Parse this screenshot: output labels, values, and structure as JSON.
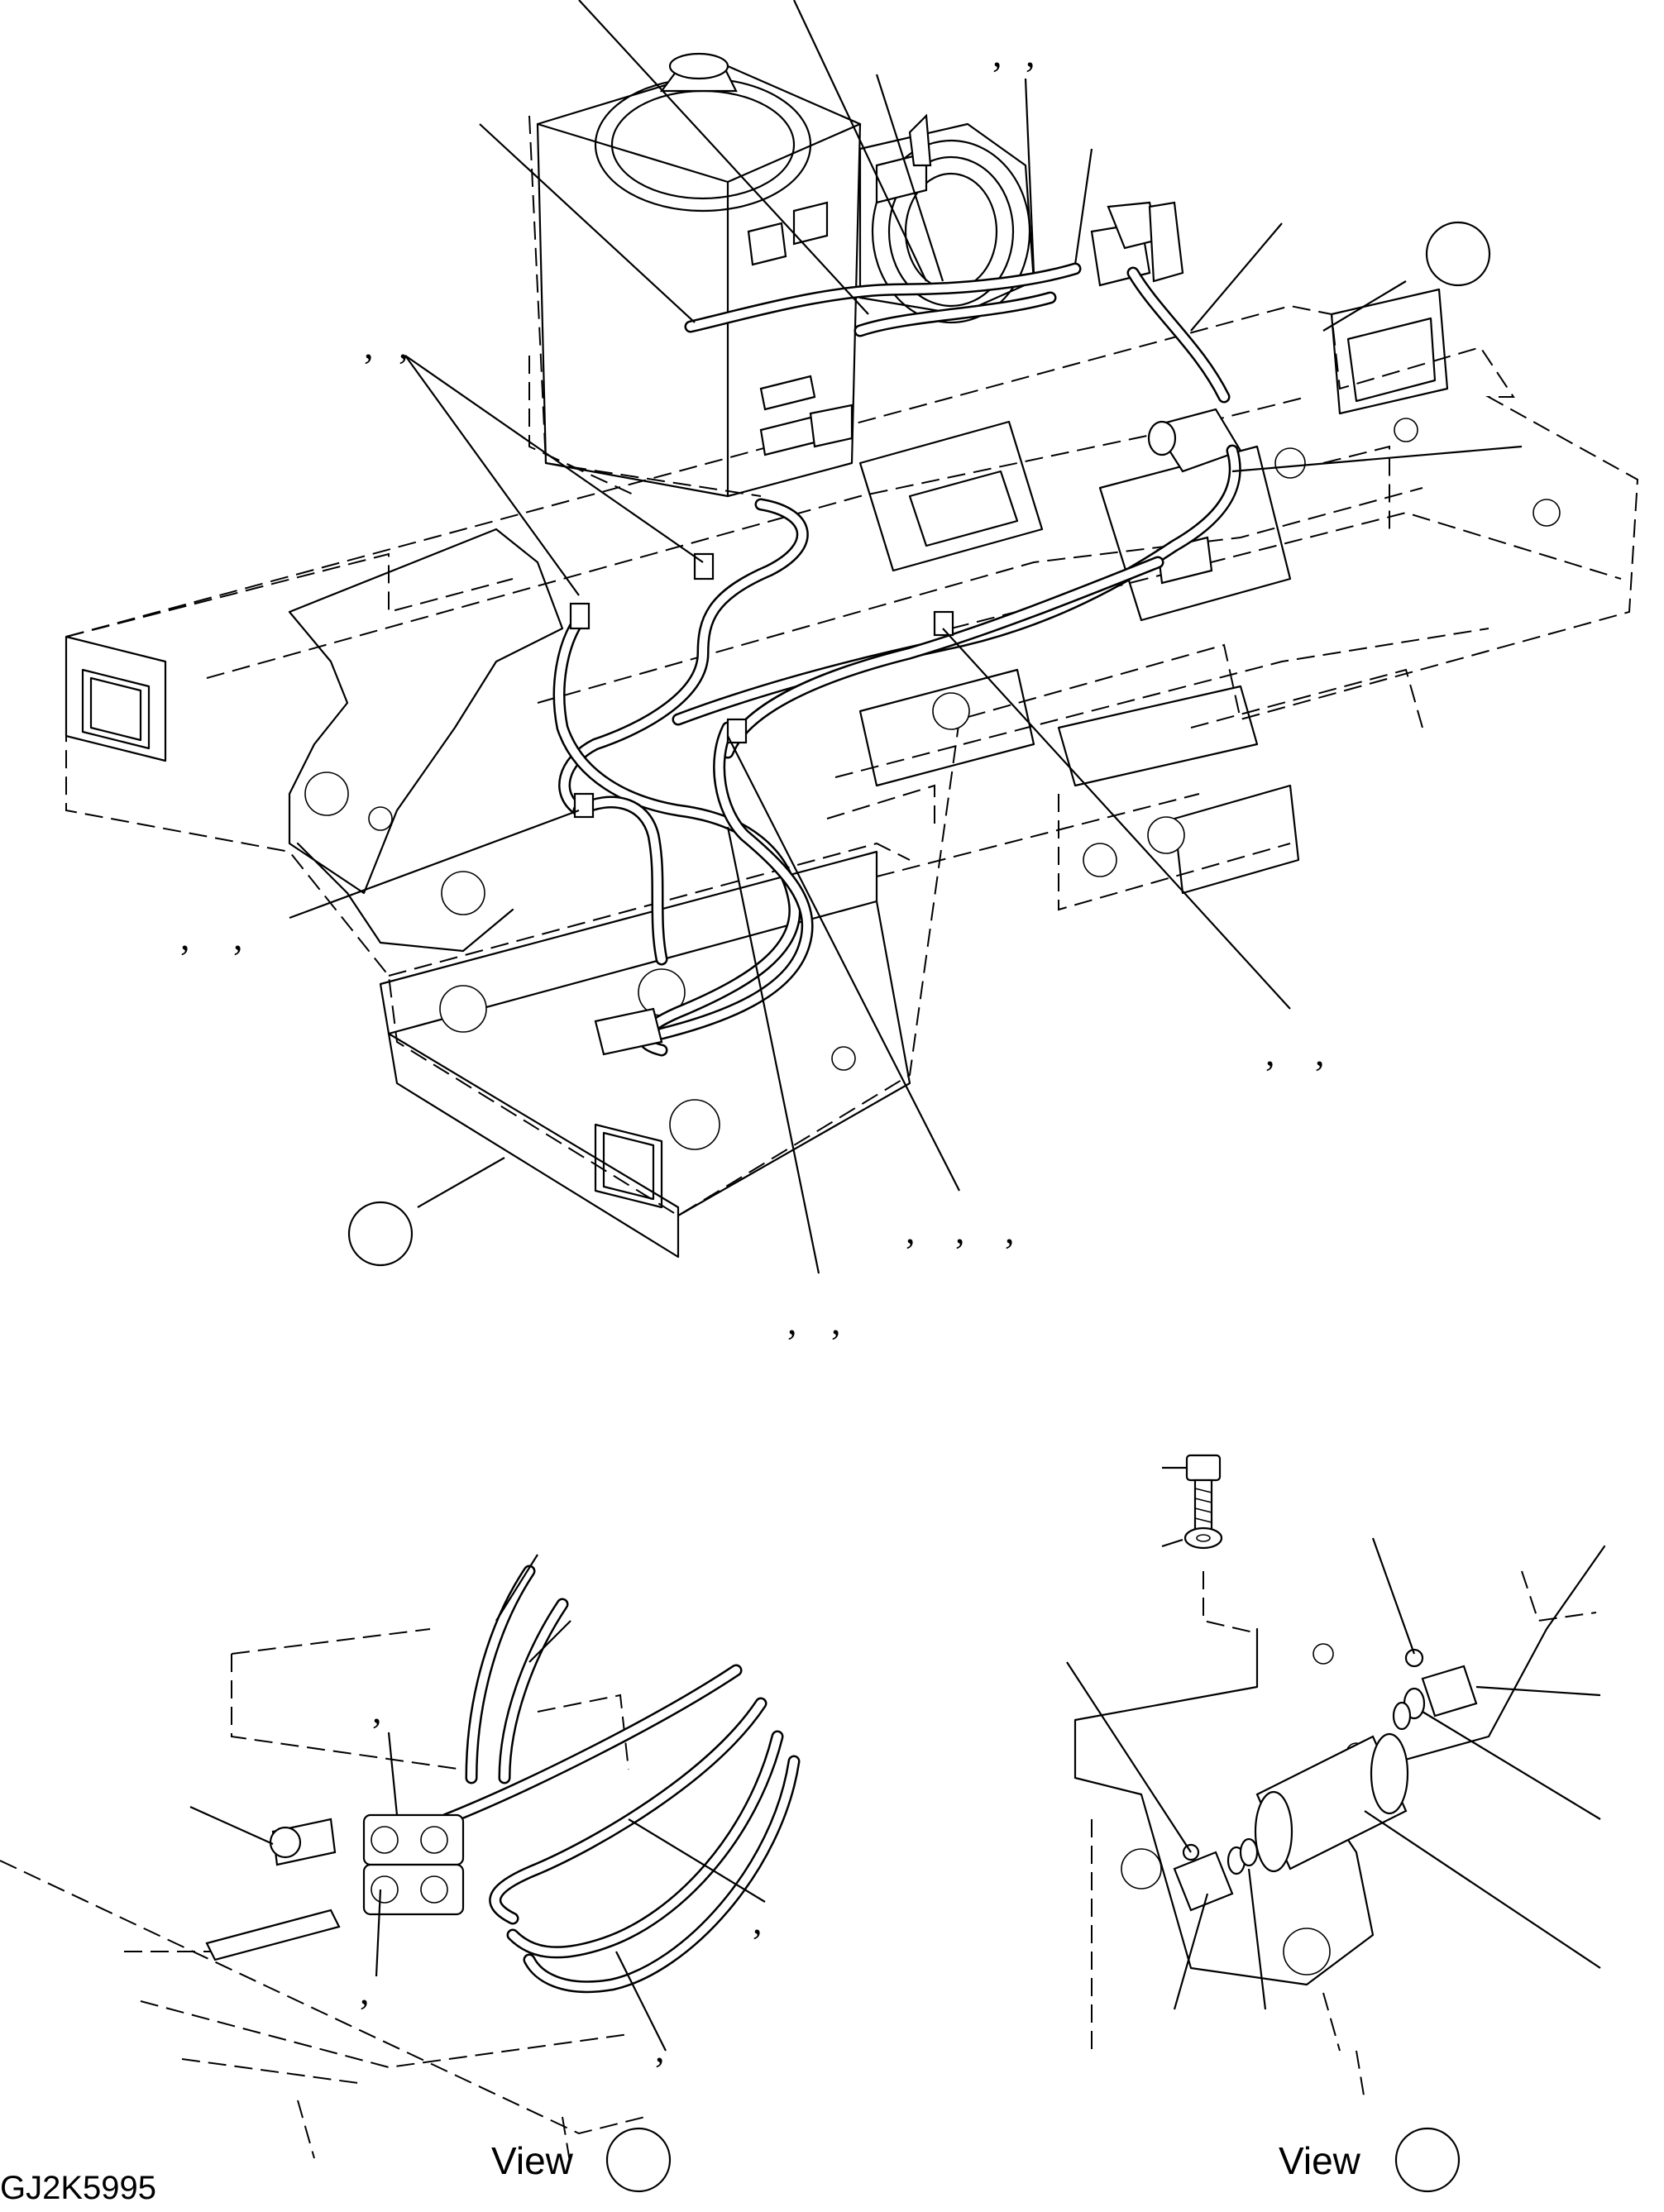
{
  "figure_code": "GJ2K5995",
  "views": [
    {
      "caption": "View",
      "marker": ""
    },
    {
      "caption": "View",
      "marker": ""
    }
  ],
  "colors": {
    "ink": "#000000",
    "paper": "#ffffff"
  }
}
